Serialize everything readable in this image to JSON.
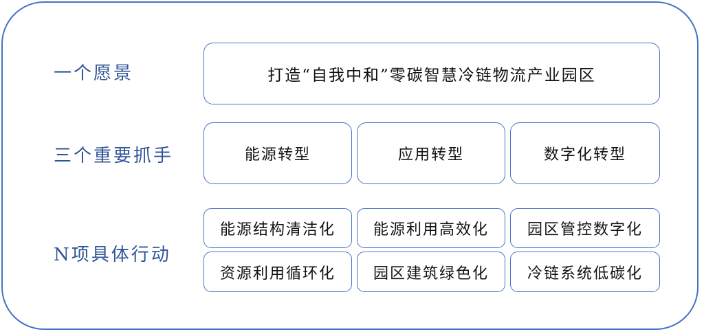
{
  "colors": {
    "border": "#4472C4",
    "label_text": "#2F5597",
    "box_text": "#111111",
    "background": "#FFFFFF"
  },
  "vision": {
    "label": "一个愿景",
    "statement": "打造“自我中和”零碳智慧冷链物流产业园区"
  },
  "levers": {
    "label": "三个重要抓手",
    "items": [
      "能源转型",
      "应用转型",
      "数字化转型"
    ]
  },
  "actions": {
    "label": "N项具体行动",
    "rows": [
      [
        "能源结构清洁化",
        "能源利用高效化",
        "园区管控数字化"
      ],
      [
        "资源利用循环化",
        "园区建筑绿色化",
        "冷链系统低碳化"
      ]
    ]
  }
}
